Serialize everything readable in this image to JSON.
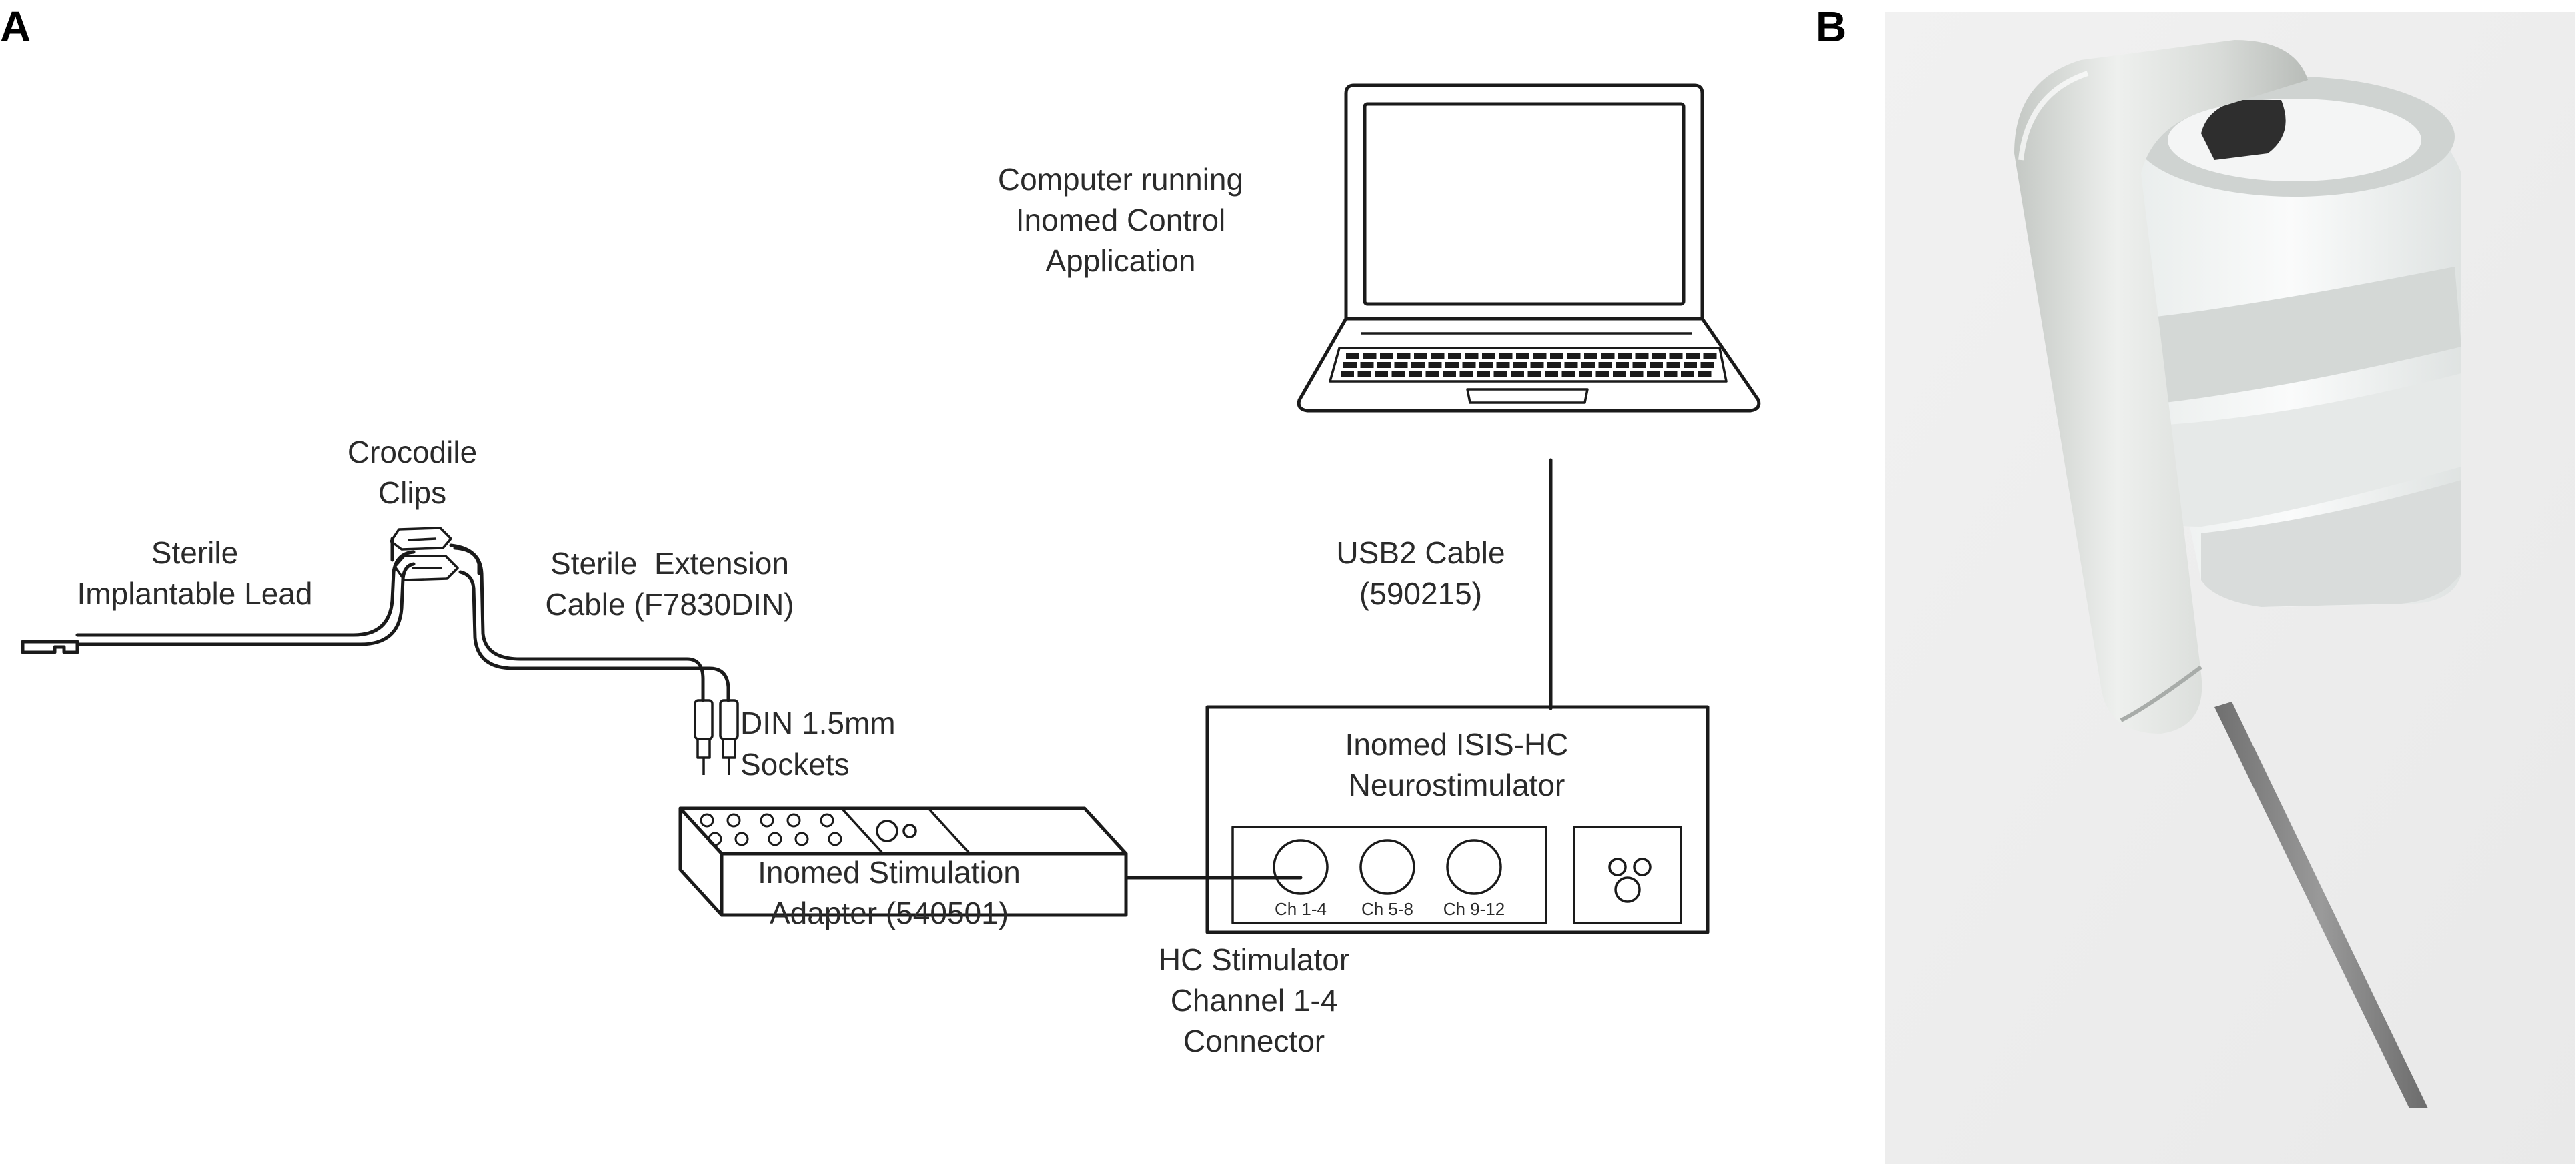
{
  "panel_a": {
    "letter": "A",
    "labels": {
      "computer": [
        "Computer running",
        "Inomed Control",
        "Application"
      ],
      "crocodile_clips": [
        "Crocodile",
        "Clips"
      ],
      "sterile_lead": [
        "Sterile",
        "Implantable Lead"
      ],
      "extension_cable": [
        "Sterile  Extension",
        "Cable (F7830DIN)"
      ],
      "usb_cable": [
        "USB2 Cable",
        "(590215)"
      ],
      "din_sockets": [
        "DIN 1.5mm",
        "Sockets"
      ],
      "neurostimulator": [
        "Inomed ISIS-HC",
        "Neurostimulator"
      ],
      "stimulation_adapter": [
        "Inomed Stimulation",
        "Adapter (540501)"
      ],
      "hc_connector": [
        "HC Stimulator",
        "Channel 1-4",
        "Connector"
      ]
    },
    "channels": [
      "Ch 1-4",
      "Ch 5-8",
      "Ch 9-12"
    ]
  },
  "panel_b": {
    "letter": "B"
  }
}
